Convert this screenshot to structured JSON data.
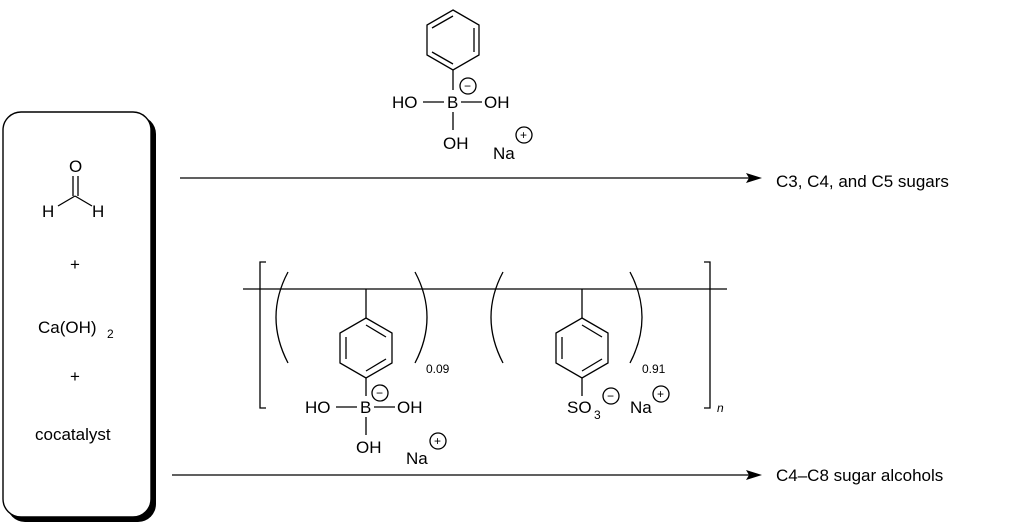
{
  "reactants": {
    "formaldehyde": {
      "o": "O",
      "h1": "H",
      "h2": "H"
    },
    "plus1": "+",
    "base": "Ca(OH)",
    "base_sub": "2",
    "plus2": "+",
    "cocatalyst": "cocatalyst"
  },
  "cocatalyst_top": {
    "b": "B",
    "ho": "HO",
    "oh_right": "OH",
    "oh_bottom": "OH",
    "na": "Na",
    "charge_minus": "−",
    "charge_plus": "+"
  },
  "polymer": {
    "b": "B",
    "ho": "HO",
    "oh_right": "OH",
    "oh_bottom": "OH",
    "na1": "Na",
    "frac1": "0.09",
    "frac2": "0.91",
    "so3": "SO",
    "so3_sub": "3",
    "na2": "Na",
    "n": "n",
    "charge_minus": "−",
    "charge_plus": "+"
  },
  "products": {
    "top": "C3, C4, and C5 sugars",
    "bottom": "C4–C8 sugar alcohols"
  }
}
